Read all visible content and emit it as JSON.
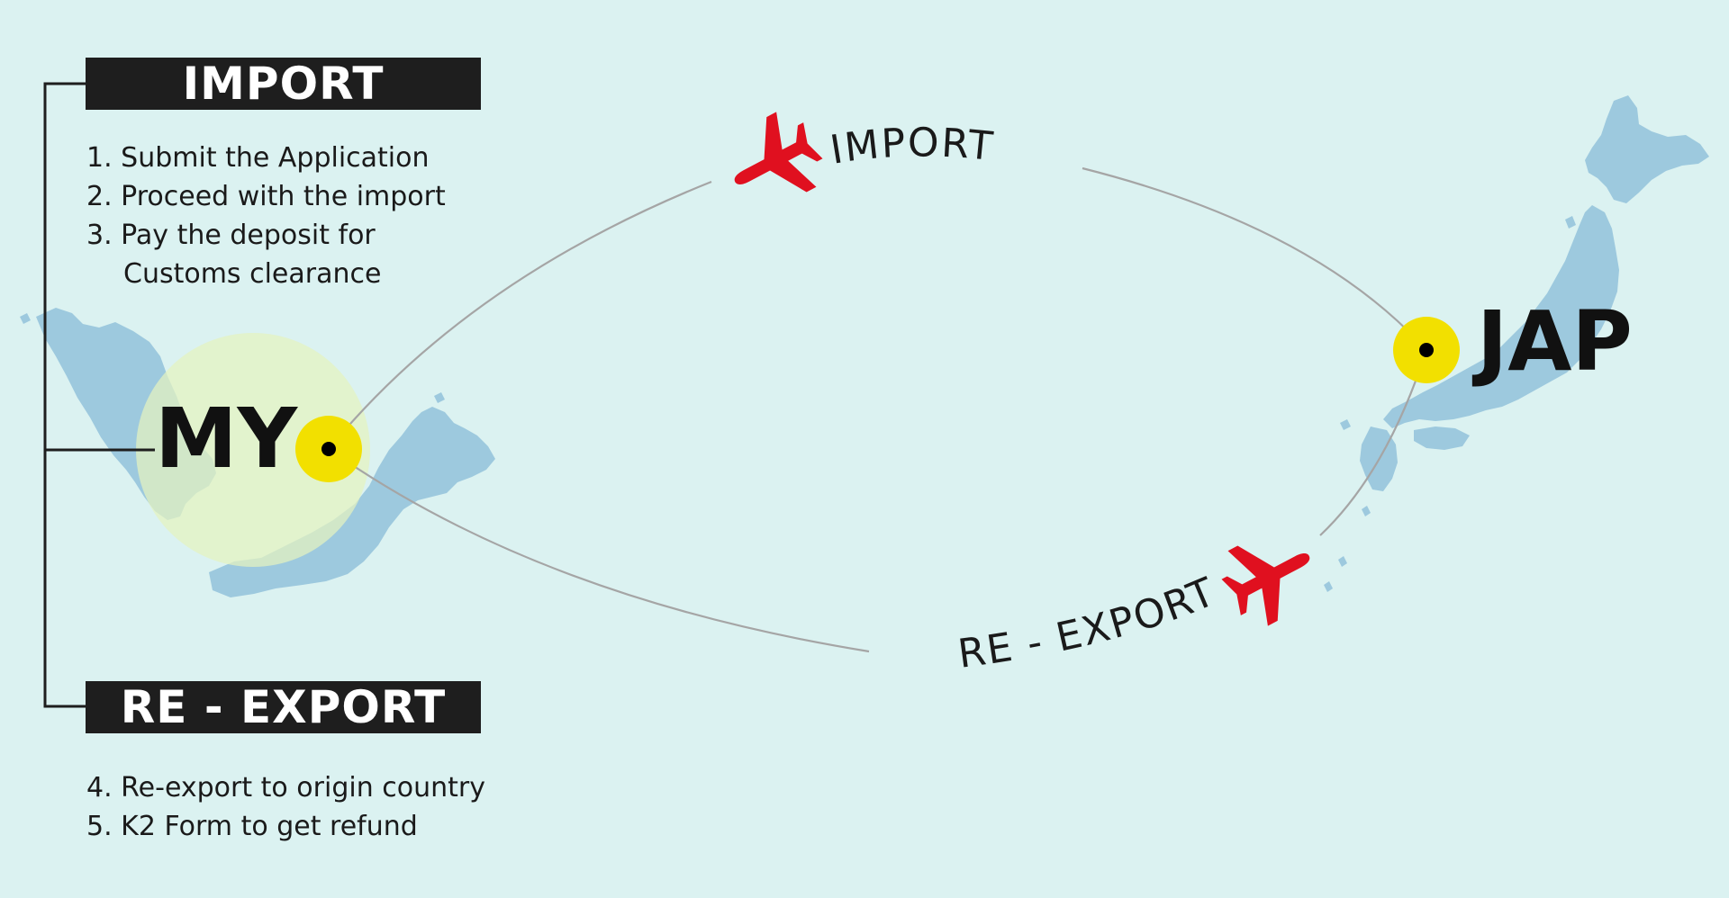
{
  "import_panel": {
    "title": "IMPORT",
    "steps": {
      "s1": "1. Submit the Application",
      "s2": "2. Proceed with the import",
      "s3": "3.  Pay the deposit for",
      "s3_cont": "Customs clearance"
    }
  },
  "reexport_panel": {
    "title": "RE - EXPORT",
    "steps": {
      "s4": "4. Re-export to origin country",
      "s5": "5. K2 Form to get refund"
    }
  },
  "route": {
    "import_label": "IMPORT",
    "reexport_label": "RE - EXPORT"
  },
  "countries": {
    "origin": "MY",
    "destination": "JAP"
  },
  "icons": {
    "plane": "airplane-icon",
    "marker": "location-dot-icon"
  },
  "colors": {
    "background": "#dbf2f1",
    "land": "#9dc9de",
    "marker_yellow": "#f2e000",
    "halo": "#e4f2bf",
    "plane_red": "#e0101f",
    "header_bg": "#1e1e1e",
    "route_line": "#a5a5a5"
  }
}
